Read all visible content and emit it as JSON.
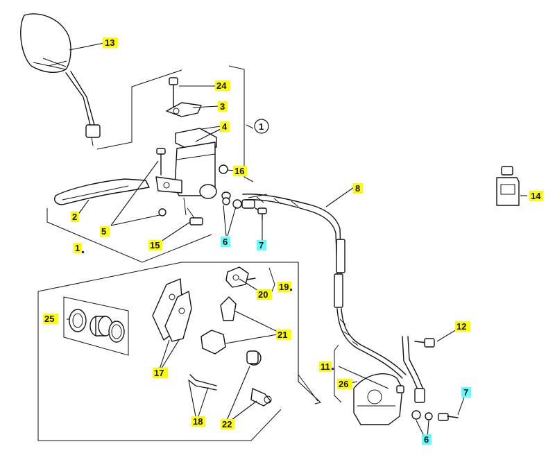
{
  "labels": {
    "p1": "1",
    "p2": "2",
    "p3": "3",
    "p4": "4",
    "p5": "5",
    "p6a": "6",
    "p6b": "6",
    "p7a": "7",
    "p7b": "7",
    "p8": "8",
    "p11": "11",
    "p12": "12",
    "p13": "13",
    "p14": "14",
    "p15": "15",
    "p16": "16",
    "p17": "17",
    "p18": "18",
    "p19": "19",
    "p20": "20",
    "p21": "21",
    "p22": "22",
    "p24": "24",
    "p25": "25",
    "p26": "26",
    "circled": "1"
  },
  "colors": {
    "highlight_yellow": "#ffff00",
    "highlight_cyan": "#66ffff",
    "marker_blue": "#1a1aff",
    "line": "#111111"
  }
}
